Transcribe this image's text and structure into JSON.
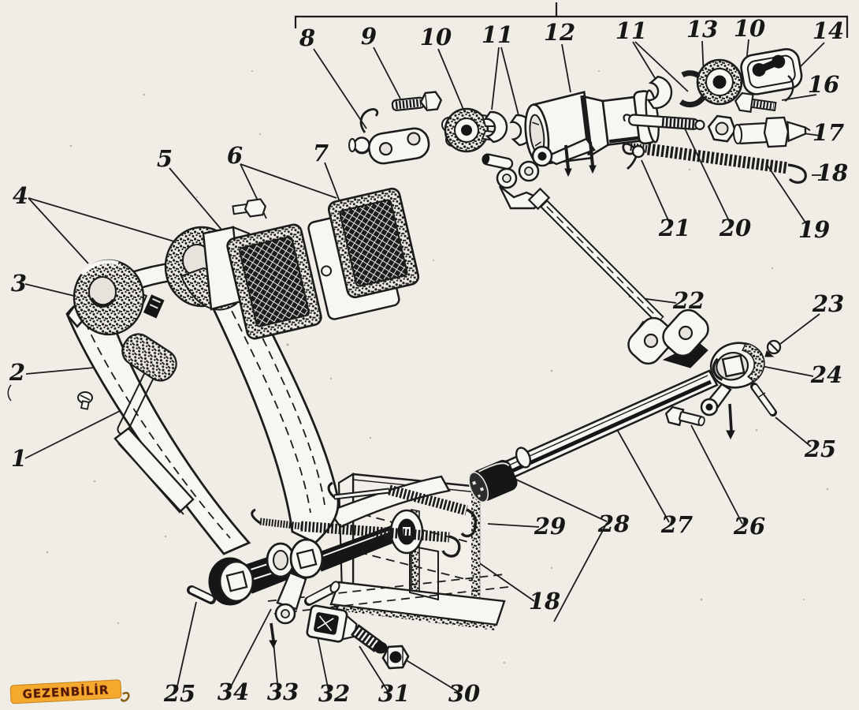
{
  "page": {
    "background_color": "#f0ede7",
    "ink_color": "#1c1c1c"
  },
  "watermark": {
    "text": "GEZENBİLİR",
    "bg_color": "#f2a92e",
    "text_color": "#471d06"
  },
  "labels": [
    {
      "id": "callout-8",
      "text": "8"
    },
    {
      "id": "callout-9",
      "text": "9"
    },
    {
      "id": "callout-10-left",
      "text": "10"
    },
    {
      "id": "callout-11-left",
      "text": "11"
    },
    {
      "id": "callout-12",
      "text": "12"
    },
    {
      "id": "callout-11-right",
      "text": "11"
    },
    {
      "id": "callout-13",
      "text": "13"
    },
    {
      "id": "callout-10-right",
      "text": "10"
    },
    {
      "id": "callout-14",
      "text": "14"
    },
    {
      "id": "callout-16",
      "text": "16"
    },
    {
      "id": "callout-17",
      "text": "17"
    },
    {
      "id": "callout-18-top",
      "text": "18"
    },
    {
      "id": "callout-19",
      "text": "19"
    },
    {
      "id": "callout-20",
      "text": "20"
    },
    {
      "id": "callout-21",
      "text": "21"
    },
    {
      "id": "callout-22",
      "text": "22"
    },
    {
      "id": "callout-23",
      "text": "23"
    },
    {
      "id": "callout-24",
      "text": "24"
    },
    {
      "id": "callout-25-right",
      "text": "25"
    },
    {
      "id": "callout-26",
      "text": "26"
    },
    {
      "id": "callout-27",
      "text": "27"
    },
    {
      "id": "callout-28",
      "text": "28"
    },
    {
      "id": "callout-29",
      "text": "29"
    },
    {
      "id": "callout-18-bottom",
      "text": "18"
    },
    {
      "id": "callout-5",
      "text": "5"
    },
    {
      "id": "callout-6",
      "text": "6"
    },
    {
      "id": "callout-7",
      "text": "7"
    },
    {
      "id": "callout-4",
      "text": "4"
    },
    {
      "id": "callout-3",
      "text": "3"
    },
    {
      "id": "callout-2",
      "text": "2"
    },
    {
      "id": "callout-1",
      "text": "1"
    },
    {
      "id": "callout-25-bottom",
      "text": "25"
    },
    {
      "id": "callout-34",
      "text": "34"
    },
    {
      "id": "callout-33",
      "text": "33"
    },
    {
      "id": "callout-32",
      "text": "32"
    },
    {
      "id": "callout-31",
      "text": "31"
    },
    {
      "id": "callout-30",
      "text": "30"
    }
  ]
}
